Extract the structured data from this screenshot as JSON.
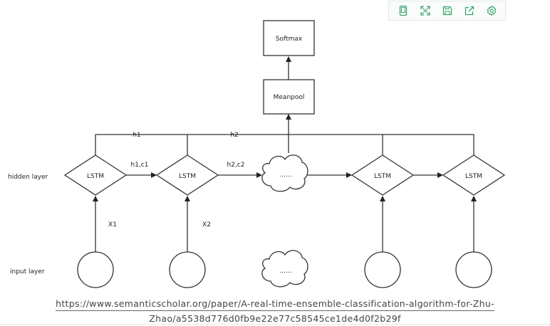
{
  "toolbar": {
    "buttons": [
      {
        "icon": "tablet-icon",
        "name": "tablet-view-button"
      },
      {
        "icon": "expand-icon",
        "name": "fullscreen-button"
      },
      {
        "icon": "save-icon",
        "name": "save-button"
      },
      {
        "icon": "share-icon",
        "name": "share-button"
      },
      {
        "icon": "gear-icon",
        "name": "settings-button"
      }
    ],
    "accent": "#3aa46e"
  },
  "diagram": {
    "softmax": "Softmax",
    "meanpool": "Meanpool",
    "h1_top": "h1",
    "h2_top": "h2",
    "hidden_layer": "hidden layer",
    "input_layer": "input layer",
    "lstm_1": "LSTM",
    "lstm_2": "LSTM",
    "lstm_3": "LSTM",
    "lstm_4": "LSTM",
    "ellipsis_hidden": "......",
    "ellipsis_input": "......",
    "edge_h1c1": "h1,c1",
    "edge_h2c2": "h2,c2",
    "x1": "X1",
    "x2": "X2"
  },
  "caption": {
    "line1": "https://www.semanticscholar.org/paper/A-real-time-ensemble-classification-algorithm-for-Zhu-",
    "line2": "Zhao/a5538d776d0fb9e22e77c58545ce1de4d0f2b29f"
  }
}
